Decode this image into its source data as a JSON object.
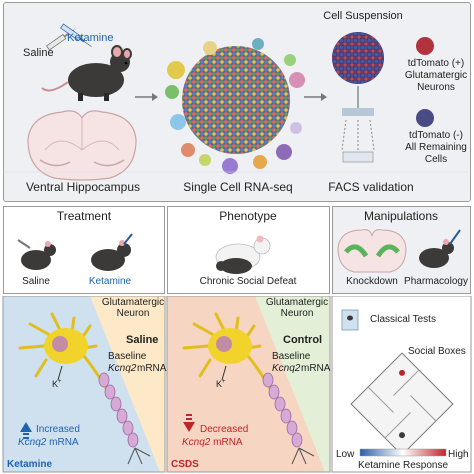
{
  "top": {
    "saline": "Saline",
    "ketamine": "Ketamine",
    "cell_suspension": "Cell Suspension",
    "td_pos": [
      "tdTomato (+)",
      "Glutamatergic",
      "Neurons"
    ],
    "td_neg": [
      "tdTomato (-)",
      "All Remaining",
      "Cells"
    ],
    "ventral_hippocampus": "Ventral Hippocampus",
    "single_cell": "Single Cell RNA-seq",
    "facs": "FACS validation"
  },
  "treatment": {
    "title": "Treatment",
    "saline": "Saline",
    "ketamine": "Ketamine"
  },
  "phenotype": {
    "title": "Phenotype",
    "csd": "Chronic Social Defeat"
  },
  "manipulations": {
    "title": "Manipulations",
    "knockdown": "Knockdown",
    "pharmacology": "Pharmacology"
  },
  "neuron_left": {
    "neuron_label": [
      "Glutamatergic",
      "Neuron"
    ],
    "condition_saline": "Saline",
    "baseline": "Baseline",
    "kcnq2": "Kcnq2",
    "mrna": "mRNA",
    "k_ion": "K",
    "increased": "Increased",
    "increased_mrna": "mRNA",
    "ketamine": "Ketamine"
  },
  "neuron_right": {
    "neuron_label": [
      "Glutamatergic",
      "Neuron"
    ],
    "condition_control": "Control",
    "baseline": "Baseline",
    "kcnq2": "Kcnq2",
    "mrna": "mRNA",
    "k_ion": "K",
    "decreased": "Decreased",
    "decreased_mrna": "mRNA",
    "csds": "CSDS"
  },
  "tests": {
    "classical": "Classical Tests",
    "social_boxes": "Social Boxes",
    "low": "Low",
    "high": "High",
    "response": "Ketamine Response"
  },
  "colors": {
    "blue": "#1f63b0",
    "red": "#c0252a",
    "bg_top": "#eef0f3",
    "left_blue_bg": "#cfe0ee",
    "right_orange_bg": "#f6d5c2",
    "neuron_yellow": "#f1d32c"
  }
}
